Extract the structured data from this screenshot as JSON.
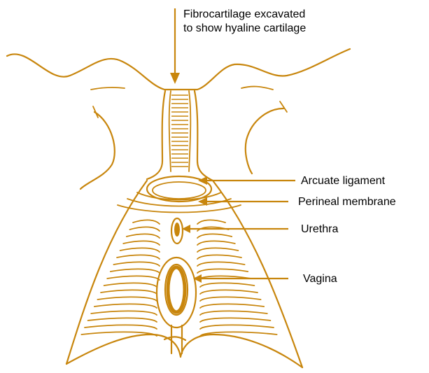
{
  "labels": {
    "fibro_line1": "Fibrocartilage excavated",
    "fibro_line2": "to show hyaline cartilage",
    "arcuate": "Arcuate ligament",
    "perineal": "Perineal membrane",
    "urethra": "Urethra",
    "vagina": "Vagina"
  },
  "colors": {
    "drawing": "#c8860d",
    "text": "#000000",
    "background": "#ffffff"
  }
}
